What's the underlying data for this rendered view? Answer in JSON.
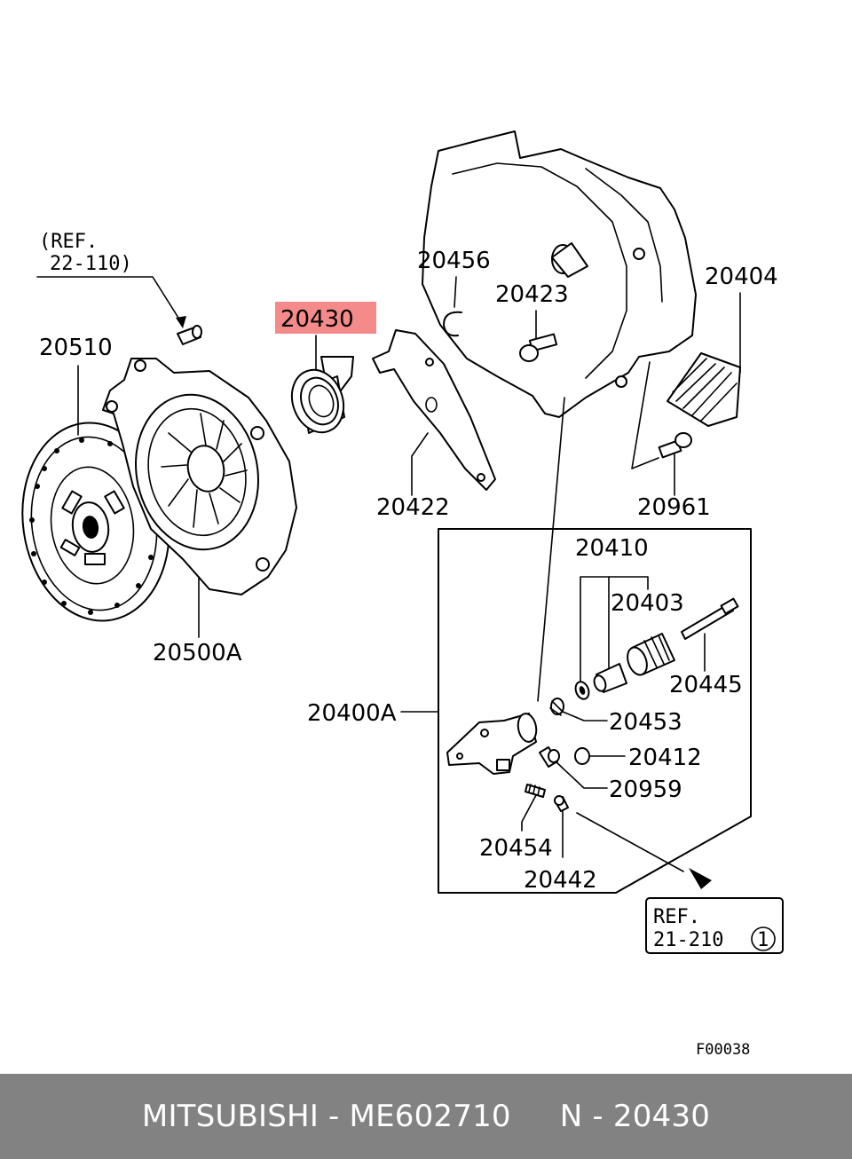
{
  "diagram": {
    "references": {
      "top_left": {
        "line1": "(REF.",
        "line2": "22-110)"
      },
      "bottom_right": {
        "line1": "REF.",
        "line2": "21-210",
        "circled": "1"
      }
    },
    "highlight_color": "#f48a8a",
    "highlighted_part": "20430",
    "labels": {
      "p20510": "20510",
      "p20500A": "20500A",
      "p20430": "20430",
      "p20456": "20456",
      "p20423": "20423",
      "p20404": "20404",
      "p20422": "20422",
      "p20961": "20961",
      "p20410": "20410",
      "p20403": "20403",
      "p20445": "20445",
      "p20400A": "20400A",
      "p20453": "20453",
      "p20412": "20412",
      "p20959": "20959",
      "p20454": "20454",
      "p20442": "20442"
    },
    "figure_code": "F00038"
  },
  "footer": {
    "text": "MITSUBISHI - ME602710     N - 20430",
    "background": "#828282"
  }
}
